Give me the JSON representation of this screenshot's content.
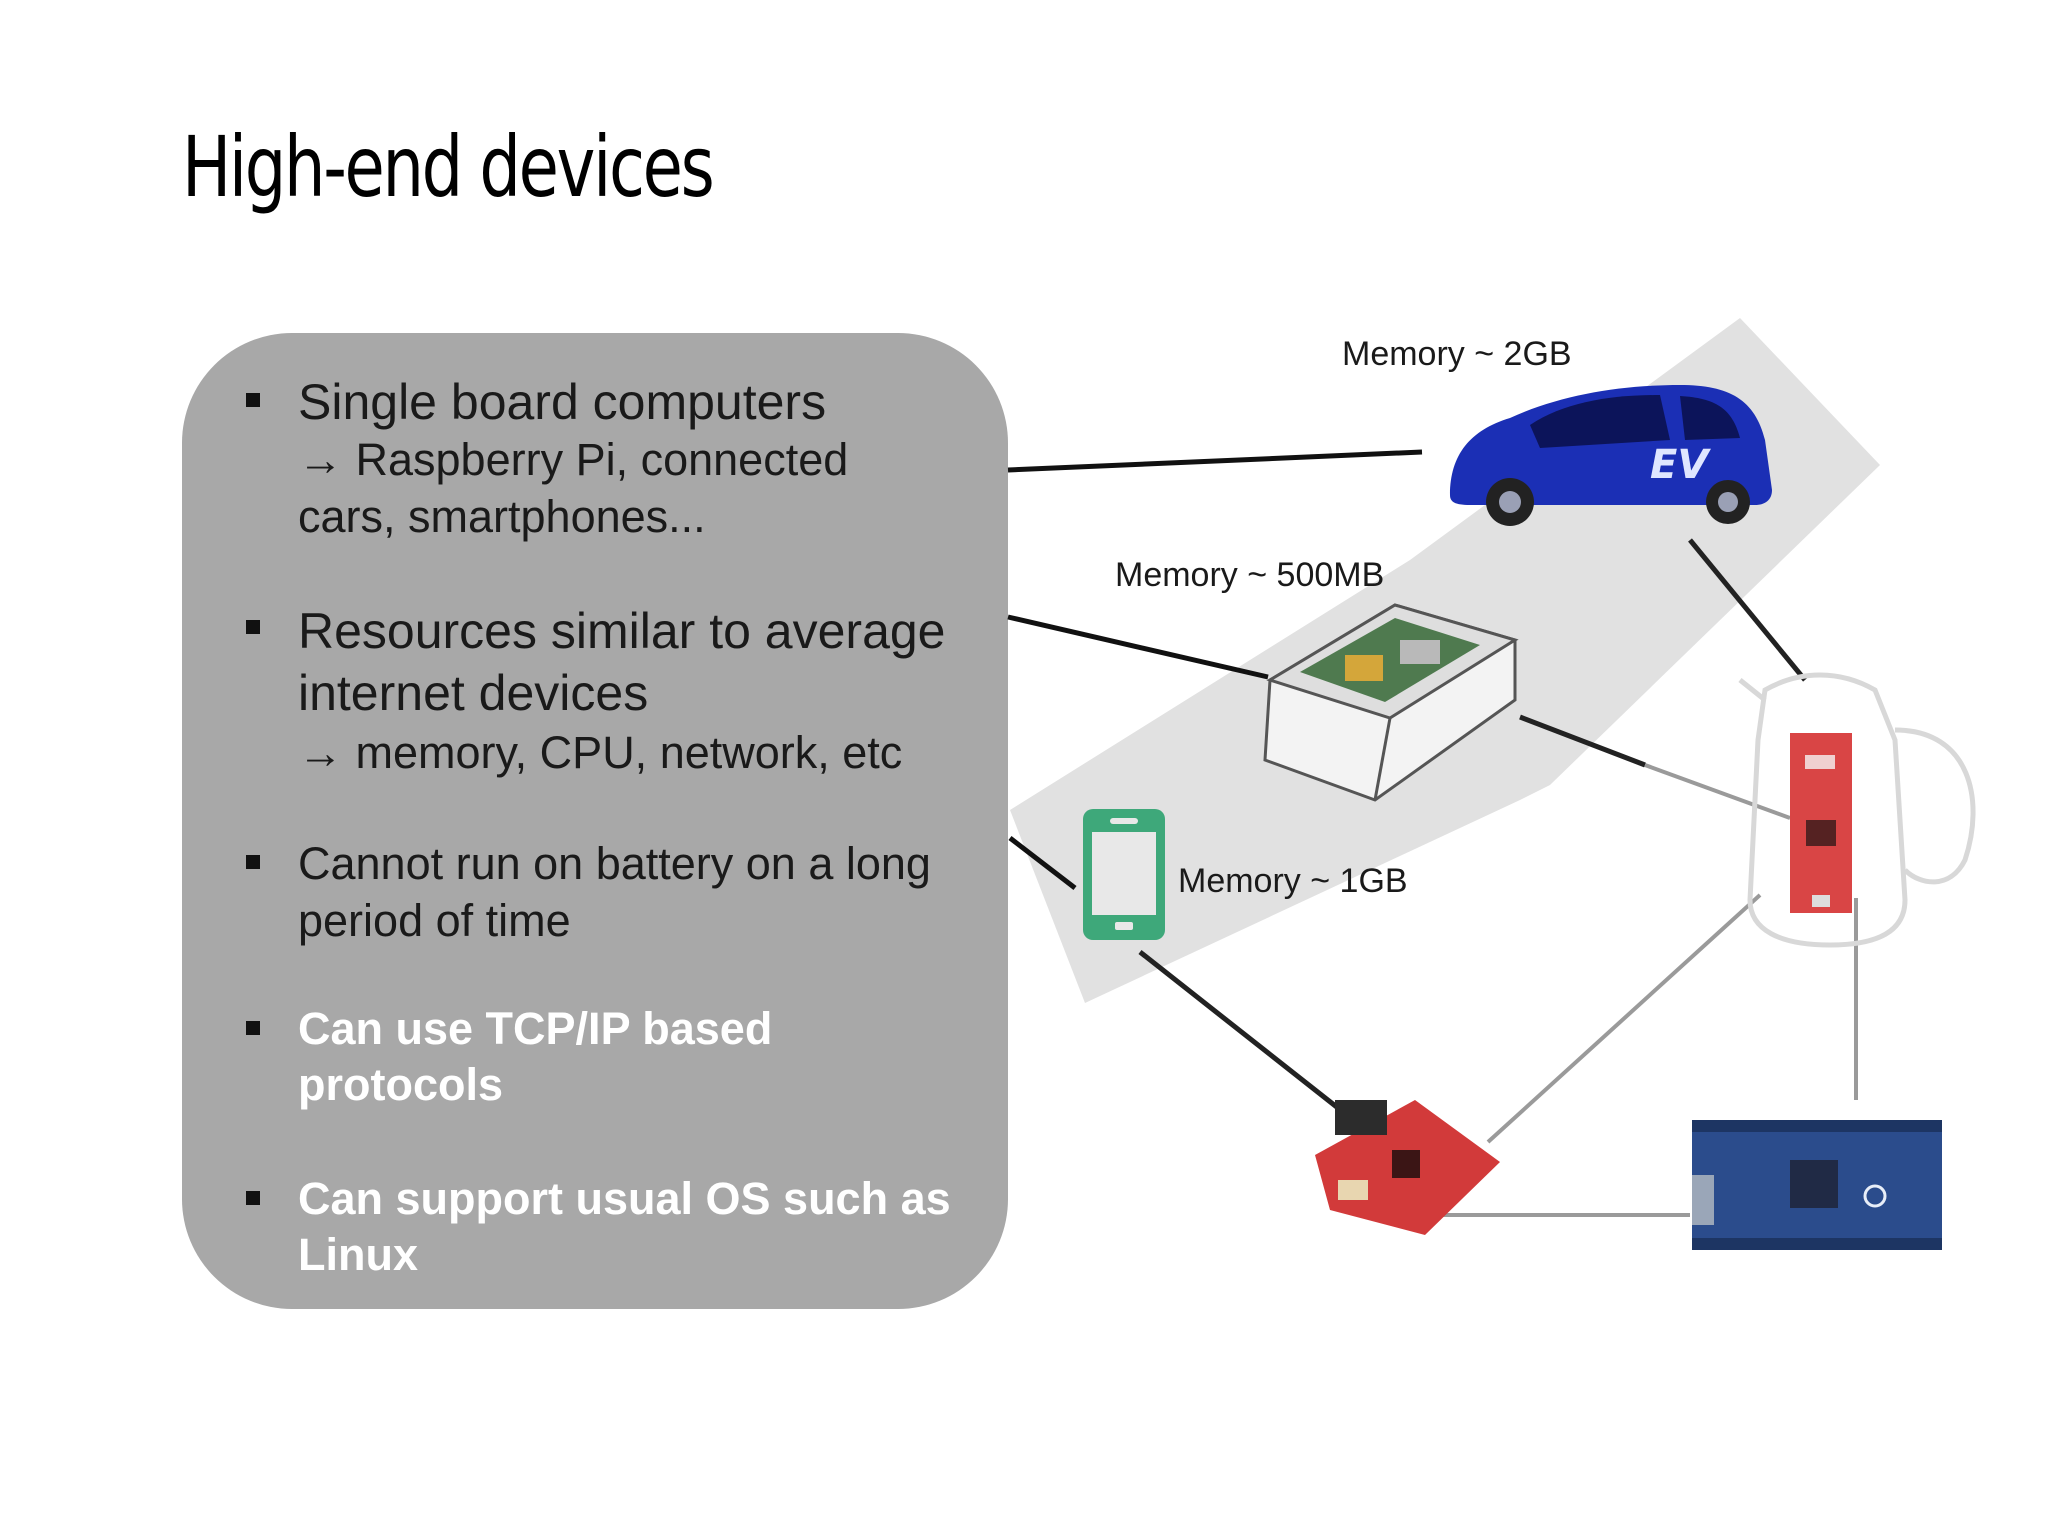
{
  "title": "High-end devices",
  "bullets": [
    {
      "main": "Single board computers",
      "sub": "→ Raspberry Pi, connected cars, smartphones..."
    },
    {
      "main": "Resources similar to average internet devices",
      "sub": "→ memory, CPU, network, etc"
    },
    {
      "main": "Cannot run on battery on a long period of time",
      "sub": ""
    },
    {
      "main": "Can use TCP/IP based protocols",
      "sub": ""
    },
    {
      "main": "Can support usual OS such as Linux",
      "sub": ""
    }
  ],
  "devices": {
    "car": {
      "label": "Memory ~ 2GB"
    },
    "raspberry_pi": {
      "label": "Memory ~ 500MB"
    },
    "smartphone": {
      "label": "Memory ~ 1GB"
    }
  },
  "colors": {
    "box": "#a8a8a8",
    "highlight_zone": "#e1e1e1",
    "phone": "#3ea87a",
    "car": "#1b2fb5",
    "board_red": "#d23a3a",
    "board_blue": "#2b4c8c"
  }
}
